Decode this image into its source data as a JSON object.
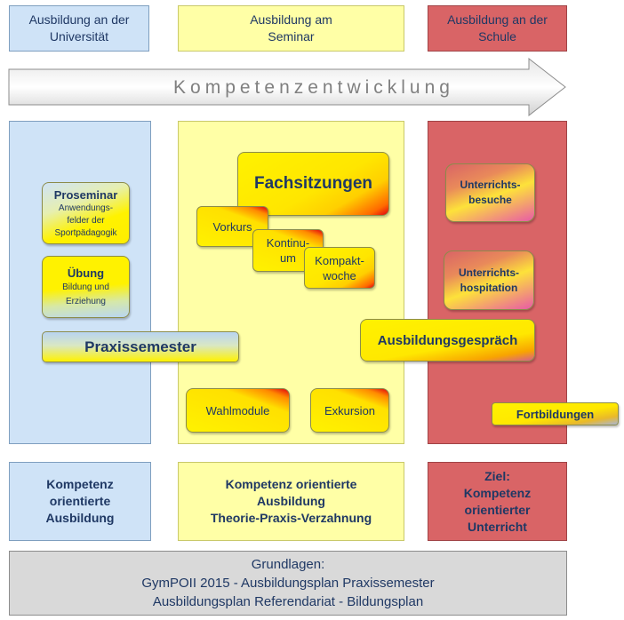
{
  "headers": {
    "universitaet": "Ausbildung an der\nUniversität",
    "seminar": "Ausbildung am\nSeminar",
    "schule": "Ausbildung an der\nSchule"
  },
  "arrow": {
    "label": "Kompetenzentwicklung"
  },
  "universitaet": {
    "proseminar_title": "Proseminar",
    "proseminar_sub": "Anwendungs-\nfelder der\nSportpädagogik",
    "uebung_title": "Übung",
    "uebung_sub": "Bildung und\nErziehung",
    "praxissemester": "Praxissemester"
  },
  "seminar": {
    "fachsitzungen": "Fachsitzungen",
    "vorkurs": "Vorkurs",
    "kontinuum": "Kontinu-\num",
    "kompaktwoche": "Kompakt-\nwoche",
    "ausbildungsgespraech": "Ausbildungsgespräch",
    "wahlmodule": "Wahlmodule",
    "exkursion": "Exkursion"
  },
  "schule": {
    "unterrichtsbesuche": "Unterrichts-\nbesuche",
    "unterrichtshospitation": "Unterrichts-\nhospitation",
    "fortbildungen": "Fortbildungen"
  },
  "bottom": {
    "universitaet": "Kompetenz\norientierte\nAusbildung",
    "seminar": "Kompetenz orientierte\nAusbildung\nTheorie-Praxis-Verzahnung",
    "schule": "Ziel:\nKompetenz\norientierter\nUnterricht"
  },
  "grundlagen": {
    "line1": "Grundlagen:",
    "line2": "GymPOII 2015 - Ausbildungsplan Praxissemester",
    "line3": "Ausbildungsplan Referendariat -  Bildungsplan"
  },
  "colors": {
    "blue": "#cfe3f7",
    "yellow": "#ffffa6",
    "red": "#d96466",
    "text": "#1f3864",
    "grey": "#d9d9d9"
  }
}
